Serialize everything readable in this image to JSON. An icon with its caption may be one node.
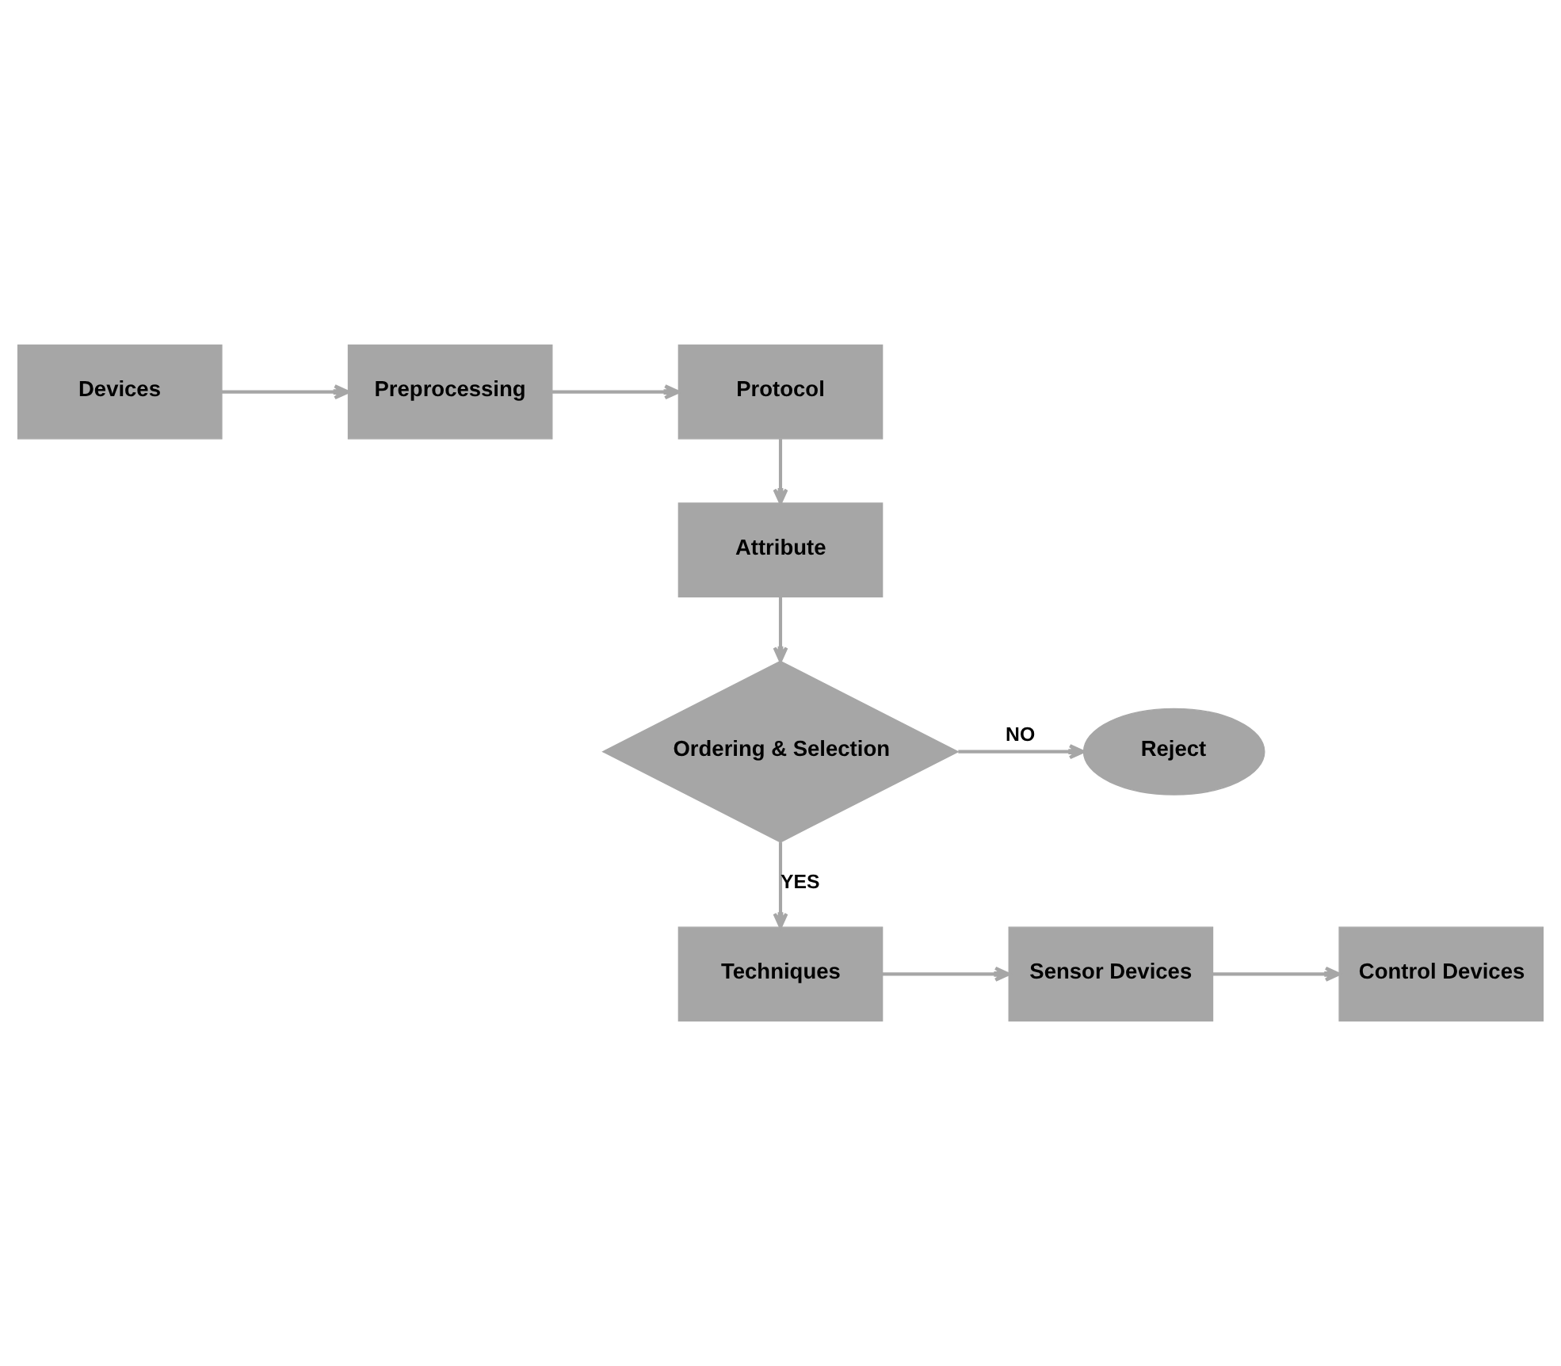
{
  "diagram": {
    "nodes": [
      {
        "text": [
          "Devices"
        ]
      },
      {
        "text": [
          "Preprocessing"
        ]
      },
      {
        "text": [
          "Protocol"
        ]
      },
      {
        "text": [
          "Attribute"
        ]
      },
      {
        "text": [
          "Ordering & Selection"
        ]
      },
      {
        "text": [
          "Reject"
        ]
      },
      {
        "text": [
          "Techniques"
        ]
      },
      {
        "text": [
          "Sensor Devices"
        ]
      },
      {
        "text": [
          "Control Devices"
        ]
      }
    ],
    "edges": [
      {
        "from": 0,
        "to": 1,
        "arrow": "to"
      },
      {
        "from": 1,
        "to": 2,
        "arrow": "to"
      },
      {
        "from": 2,
        "to": 3,
        "arrow": "to"
      },
      {
        "from": 3,
        "to": 4,
        "arrow": "to"
      },
      {
        "from": 4,
        "to": 5,
        "arrow": "to",
        "label": "NO"
      },
      {
        "from": 4,
        "to": 6,
        "arrow": "to",
        "label": "YES"
      },
      {
        "from": 6,
        "to": 7,
        "arrow": "to"
      },
      {
        "from": 7,
        "to": 8,
        "arrow": "to"
      }
    ]
  }
}
